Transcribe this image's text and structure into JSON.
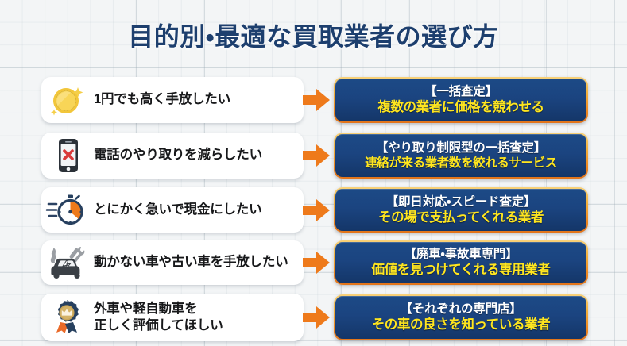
{
  "header": {
    "title": "目的別・最適な買取業者の選び方",
    "title_color": "#1d3f6e"
  },
  "theme": {
    "background": "#f3f5f6",
    "card_background": "#ffffff",
    "box_fill": "#1b4480",
    "box_border": "#ef8a22",
    "arrow_color": "#ee7a1b",
    "highlight_text": "#ffe61f",
    "primary_text": "#17181a"
  },
  "rows": [
    {
      "icon": "gold-coin-sparkle-icon",
      "need_line1": "1円でも高く手放したい",
      "need_line2": "",
      "arrow": "arrow-right-icon",
      "answer_line1": "【一括査定】",
      "answer_line2": "複数の業者に価格を競わせる"
    },
    {
      "icon": "smartphone-no-call-icon",
      "need_line1": "電話のやり取りを減らしたい",
      "need_line2": "",
      "arrow": "arrow-right-icon",
      "answer_line1": "【やり取り制限型の一括査定】",
      "answer_line2": "連絡が来る業者数を絞れるサービス"
    },
    {
      "icon": "stopwatch-speed-icon",
      "need_line1": "とにかく急いで現金にしたい",
      "need_line2": "",
      "arrow": "arrow-right-icon",
      "answer_line1": "【即日対応・スピード査定】",
      "answer_line2": "その場で支払ってくれる業者"
    },
    {
      "icon": "broken-car-repair-icon",
      "need_line1": "動かない車や古い車を手放したい",
      "need_line2": "",
      "arrow": "arrow-right-icon",
      "answer_line1": "【廃車・事故車専門】",
      "answer_line2": "価値を見つけてくれる専用業者"
    },
    {
      "icon": "award-rosette-crown-icon",
      "need_line1": "外車や軽自動車を",
      "need_line2": "正しく評価してほしい",
      "arrow": "arrow-right-icon",
      "answer_line1": "【それぞれの専門店】",
      "answer_line2": "その車の良さを知っている業者"
    }
  ]
}
